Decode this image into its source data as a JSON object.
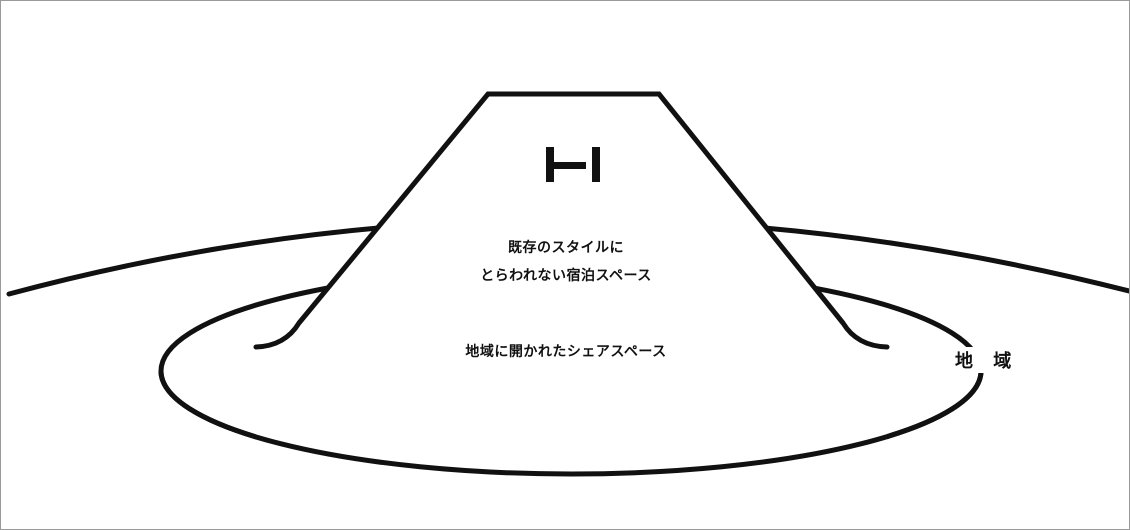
{
  "diagram": {
    "logo_glyph": "H",
    "concept_line_1": "既存のスタイルに",
    "concept_line_2": "とらわれない宿泊スペース",
    "shared_space_label": "地域に開かれたシェアスペース",
    "region_label": "地 域"
  },
  "colors": {
    "background": "#ffffff",
    "stroke": "#111111",
    "frame_border": "#9a9a9a"
  }
}
